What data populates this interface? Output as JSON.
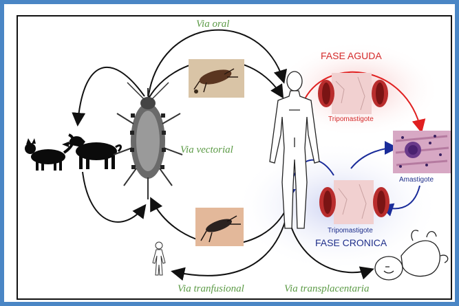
{
  "labels": {
    "via_oral": "Via oral",
    "via_vectorial": "Via vectorial",
    "via_tranfusional": "Via tranfusional",
    "via_transplacentaria": "Via transplacentaria",
    "fase_aguda": "FASE AGUDA",
    "fase_cronica": "FASE CRONICA",
    "tripomastigote_top": "Tripomastigote",
    "tripomastigote_bottom": "Tripomastigote",
    "amastigote": "Amastigote"
  },
  "colors": {
    "route_label": "#5b9a45",
    "acute": "#d42a2a",
    "chronic": "#1f2f8a",
    "arrow_acute": "#e02020",
    "arrow_chronic": "#1a2c9a",
    "frame": "#4a86c5"
  },
  "icons": [
    "cat-icon",
    "dog-icon",
    "triatomine-bug-icon",
    "human-adult-icon",
    "human-small-icon",
    "baby-icon",
    "blood-vessel-icon",
    "tissue-amastigote-icon"
  ]
}
